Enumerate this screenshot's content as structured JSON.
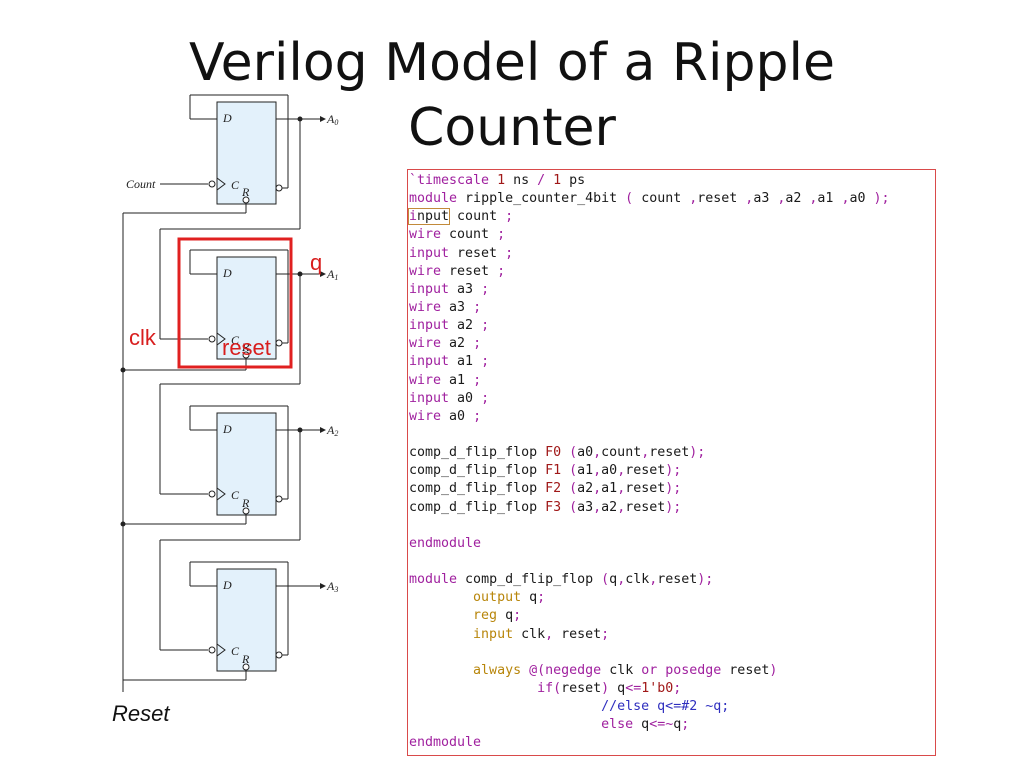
{
  "title_line1": "Verilog Model of a Ripple",
  "title_line2": "Counter",
  "diagram": {
    "count_label": "Count",
    "reset_label": "Reset",
    "flip_flops": [
      {
        "d": "D",
        "c": "C",
        "r": "R",
        "output": "A0"
      },
      {
        "d": "D",
        "c": "C",
        "r": "R",
        "output": "A1"
      },
      {
        "d": "D",
        "c": "C",
        "r": "R",
        "output": "A2"
      },
      {
        "d": "D",
        "c": "C",
        "r": "R",
        "output": "A3"
      }
    ],
    "annotations": {
      "q": "q",
      "clk": "clk",
      "reset": "reset"
    }
  },
  "code": {
    "lines": [
      "`timescale 1 ns / 1 ps",
      "module ripple_counter_4bit ( count ,reset ,a3 ,a2 ,a1 ,a0 );",
      "input count ;",
      "wire count ;",
      "input reset ;",
      "wire reset ;",
      "input a3 ;",
      "wire a3 ;",
      "input a2 ;",
      "wire a2 ;",
      "input a1 ;",
      "wire a1 ;",
      "input a0 ;",
      "wire a0 ;",
      "",
      "comp_d_flip_flop F0 (a0,count,reset);",
      "comp_d_flip_flop F1 (a1,a0,reset);",
      "comp_d_flip_flop F2 (a2,a1,reset);",
      "comp_d_flip_flop F3 (a3,a2,reset);",
      "",
      "endmodule",
      "",
      "module comp_d_flip_flop (q,clk,reset);",
      "        output q;",
      "        reg q;",
      "        input clk, reset;",
      "",
      "        always @(negedge clk or posedge reset)",
      "                if(reset) q<=1'b0;",
      "                        //else q<=#2 ~q;",
      "                        else q<=~q;",
      "endmodule"
    ]
  }
}
